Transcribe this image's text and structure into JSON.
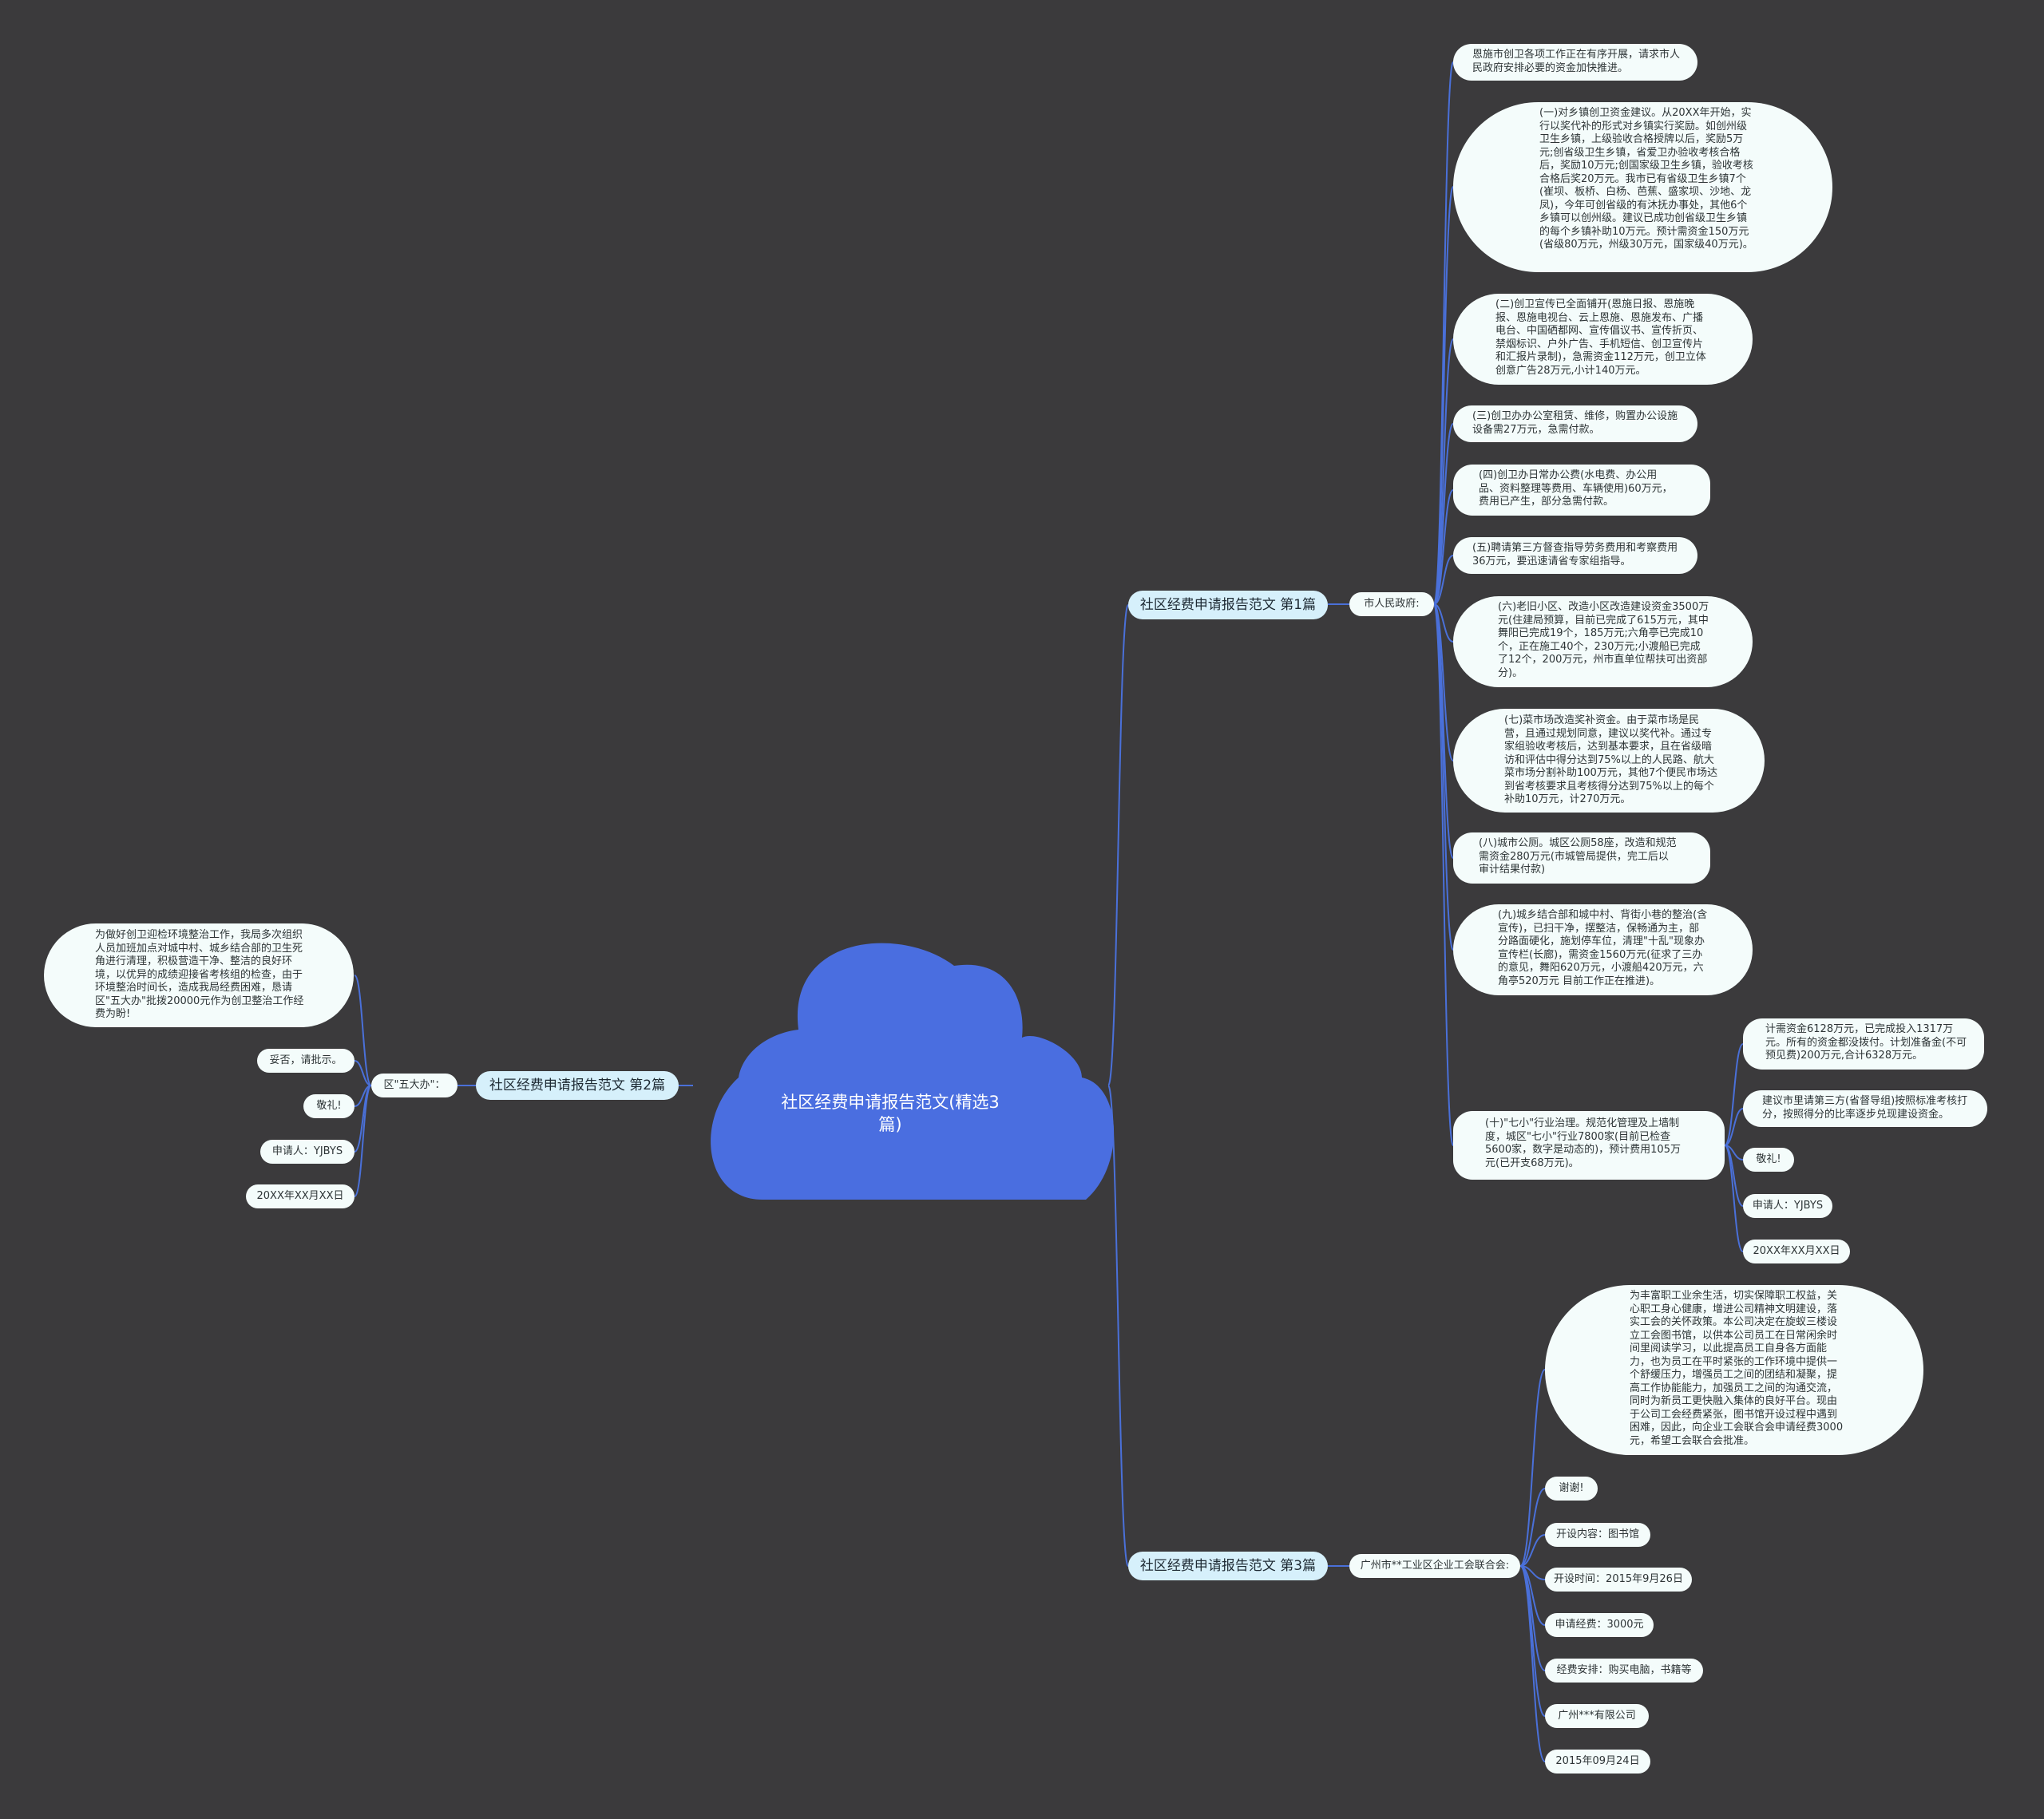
{
  "center": {
    "title": "社区经费申请报告范文(精选3篇)",
    "color": "#4a6ee0"
  },
  "colors": {
    "line": "#4a70d9",
    "branch_bg": "#d6f0fb",
    "leaf_bg": "#f4fcfb",
    "background": "#3b3a3c"
  },
  "branches": [
    {
      "label": "社区经费申请报告范文 第1篇",
      "sub": {
        "label": "市人民政府:",
        "items": [
          "恩施市创卫各项工作正在有序开展，请求市人民政府安排必要的资金加快推进。",
          "(一)对乡镇创卫资金建议。从20XX年开始，实行以奖代补的形式对乡镇实行奖励。如创州级卫生乡镇，上级验收合格授牌以后，奖励5万元;创省级卫生乡镇，省爱卫办验收考核合格后，奖励10万元;创国家级卫生乡镇，验收考核合格后奖20万元。我市已有省级卫生乡镇7个(崔坝、板桥、白杨、芭蕉、盛家坝、沙地、龙凤)，今年可创省级的有沐抚办事处，其他6个乡镇可以创州级。建议已成功创省级卫生乡镇的每个乡镇补助10万元。预计需资金150万元(省级80万元，州级30万元，国家级40万元)。",
          "(二)创卫宣传已全面铺开(恩施日报、恩施晚报、恩施电视台、云上恩施、恩施发布、广播电台、中国硒都网、宣传倡议书、宣传折页、禁烟标识、户外广告、手机短信、创卫宣传片和汇报片录制)，急需资金112万元，创卫立体创意广告28万元,小计140万元。",
          "(三)创卫办办公室租赁、维修，购置办公设施设备需27万元，急需付款。",
          "(四)创卫办日常办公费(水电费、办公用品、资料整理等费用、车辆使用)60万元，费用已产生，部分急需付款。",
          "(五)聘请第三方督查指导劳务费用和考察费用36万元，要迅速请省专家组指导。",
          "(六)老旧小区、改造小区改造建设资金3500万元(住建局预算，目前已完成了615万元，其中舞阳已完成19个，185万元;六角亭已完成10个，正在施工40个，230万元;小渡船已完成了12个，200万元，州市直单位帮扶可出资部分)。",
          "(七)菜市场改造奖补资金。由于菜市场是民营，且通过规划同意，建议以奖代补。通过专家组验收考核后，达到基本要求，且在省级暗访和评估中得分达到75%以上的人民路、航大菜市场分割补助100万元，其他7个便民市场达到省考核要求且考核得分达到75%以上的每个补助10万元，计270万元。",
          "(八)城市公厕。城区公厕58座，改造和规范需资金280万元(市城管局提供，完工后以审计结果付款)",
          "(九)城乡结合部和城中村、背街小巷的整治(含宣传)，已扫干净，摆整洁，保畅通为主，部分路面硬化，施划停车位，清理\"十乱\"现象办宣传栏(长廊)，需资金1560万元(征求了三办的意见，舞阳620万元，小渡船420万元，六角亭520万元 目前工作正在推进)。",
          "(十)\"七小\"行业治理。规范化管理及上墙制度，城区\"七小\"行业7800家(目前已检查5600家，数字是动态的)，预计费用105万元(已开支68万元)。"
        ],
        "subitems": [
          "计需资金6128万元，已完成投入1317万元。所有的资金都没拨付。计划准备金(不可预见费)200万元,合计6328万元。",
          "建议市里请第三方(省督导组)按照标准考核打分，按照得分的比率逐步兑现建设资金。",
          "敬礼!",
          "申请人：YJBYS",
          "20XX年XX月XX日"
        ]
      }
    },
    {
      "label": "社区经费申请报告范文 第2篇",
      "sub": {
        "label": "区\"五大办\"：",
        "items": [
          "为做好创卫迎检环境整治工作，我局多次组织人员加班加点对城中村、城乡结合部的卫生死角进行清理，积极营造干净、整洁的良好环境，以优异的成绩迎接省考核组的检查，由于环境整治时间长，造成我局经费困难，恳请区\"五大办\"批拨20000元作为创卫整治工作经费为盼!",
          "妥否，请批示。",
          "敬礼!",
          "申请人：YJBYS",
          "20XX年XX月XX日"
        ]
      }
    },
    {
      "label": "社区经费申请报告范文 第3篇",
      "sub": {
        "label": "广州市**工业区企业工会联合会:",
        "items": [
          "为丰富职工业余生活，切实保障职工权益，关心职工身心健康，增进公司精神文明建设，落实工会的关怀政策。本公司决定在旋蚁三楼设立工会图书馆，以供本公司员工在日常闲余时间里阅读学习，以此提高员工自身各方面能力，也为员工在平时紧张的工作环境中提供一个舒缓压力，增强员工之间的团结和凝聚，提高工作协能能力，加强员工之间的沟通交流，同时为新员工更快融入集体的良好平台。现由于公司工会经费紧张，图书馆开设过程中遇到困难，因此，向企业工会联合会申请经费3000元，希望工会联合会批准。",
          "谢谢!",
          "开设内容：图书馆",
          "开设时间：2015年9月26日",
          "申请经费：3000元",
          "经费安排：购买电脑，书籍等",
          "广州***有限公司",
          "2015年09月24日"
        ]
      }
    }
  ]
}
